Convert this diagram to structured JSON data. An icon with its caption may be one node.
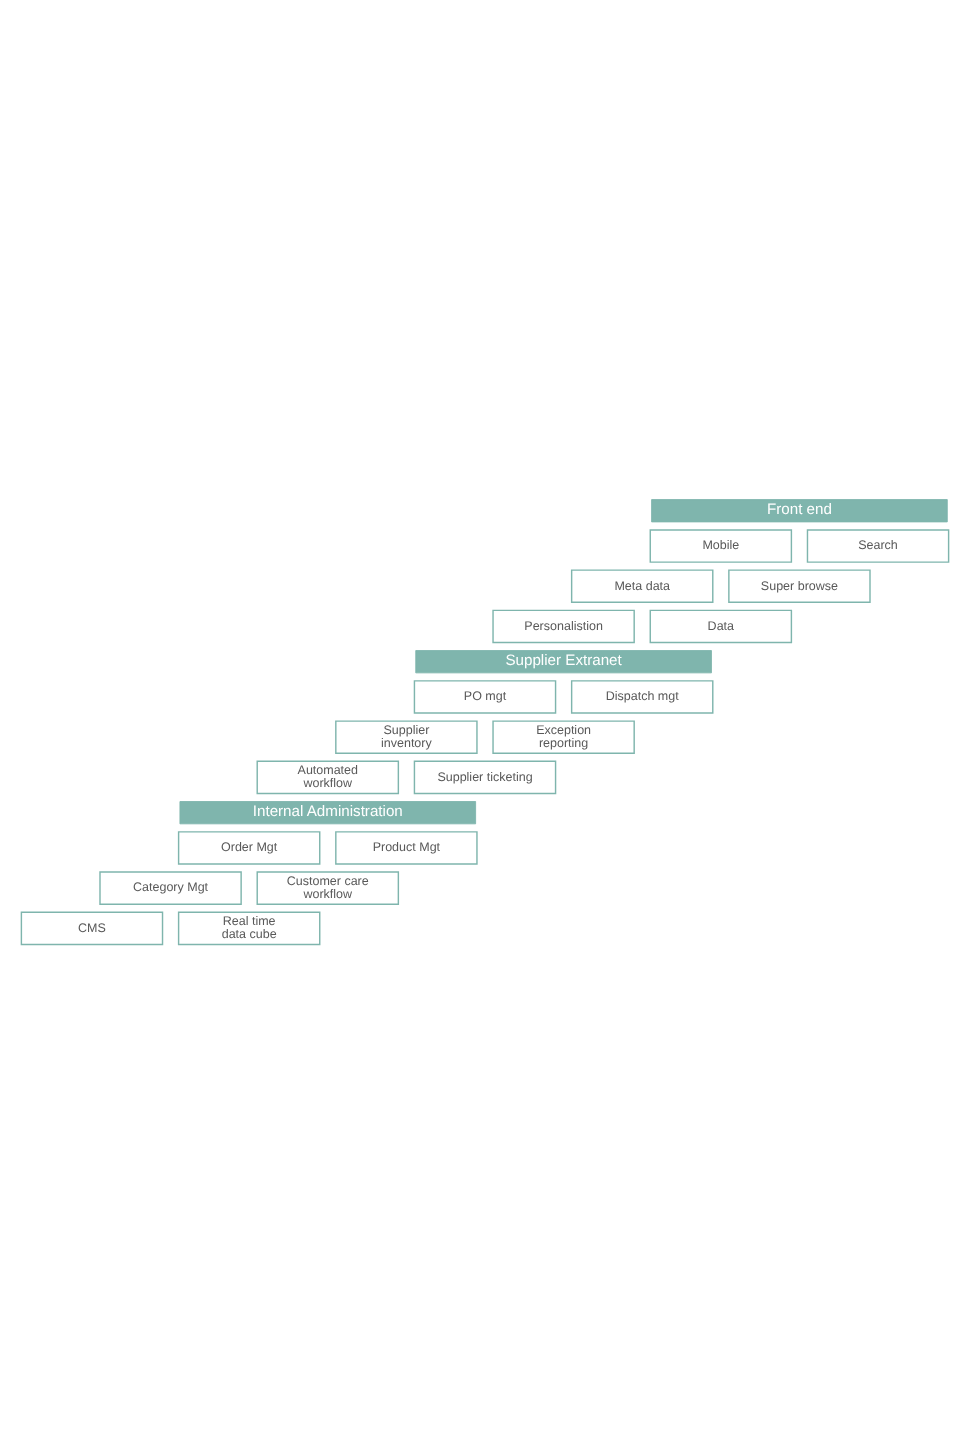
{
  "diagram": {
    "nodes": [
      {
        "text": [
          "Front end"
        ]
      },
      {
        "text": [
          "Mobile"
        ]
      },
      {
        "text": [
          "Search"
        ]
      },
      {
        "text": [
          "Meta data"
        ]
      },
      {
        "text": [
          "Super browse"
        ]
      },
      {
        "text": [
          "Personalistion"
        ]
      },
      {
        "text": [
          "Data"
        ]
      },
      {
        "text": [
          "Supplier Extranet"
        ]
      },
      {
        "text": [
          "PO mgt"
        ]
      },
      {
        "text": [
          "Dispatch mgt"
        ]
      },
      {
        "text": [
          "Supplier inventory"
        ]
      },
      {
        "text": [
          "Exception reporting"
        ]
      },
      {
        "text": [
          "Automated workflow"
        ]
      },
      {
        "text": [
          "Supplier ticketing"
        ]
      },
      {
        "text": [
          "Internal Administration"
        ]
      },
      {
        "text": [
          "Order Mgt"
        ]
      },
      {
        "text": [
          "Product Mgt"
        ]
      },
      {
        "text": [
          "Category Mgt"
        ]
      },
      {
        "text": [
          "Customer care workflow"
        ]
      },
      {
        "text": [
          "CMS"
        ]
      },
      {
        "text": [
          "Real time data cube"
        ]
      }
    ],
    "edges": []
  }
}
